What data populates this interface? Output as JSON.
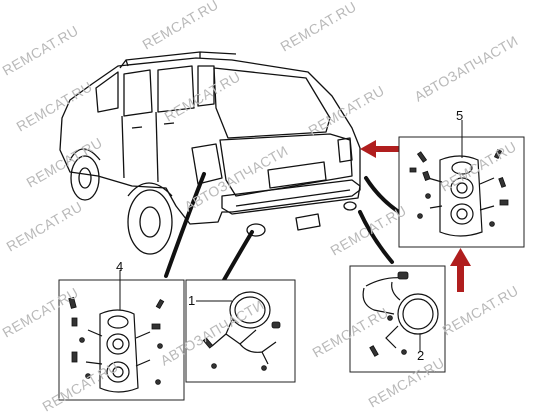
{
  "callouts": {
    "c1": "1",
    "c2": "2",
    "c4": "4",
    "c5": "5"
  },
  "watermarks": {
    "brand_latin": "REMCAT.RU",
    "brand_cyrillic": "АВТОЗАПЧАСТИ"
  },
  "colors": {
    "line": "#111111",
    "arrow": "#b01e1e",
    "watermark": "#b9b9b9",
    "panel_border": "#222222"
  }
}
